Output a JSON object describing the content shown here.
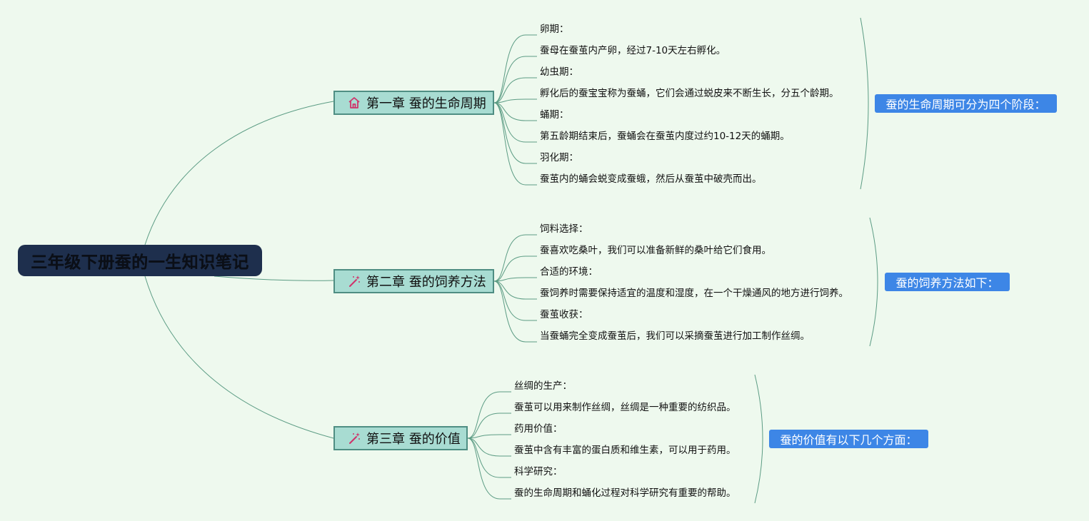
{
  "root": {
    "title": "三年级下册蚕的一生知识笔记"
  },
  "chapters": [
    {
      "title": "第一章 蚕的生命周期",
      "icon": "home-icon",
      "summary": "蚕的生命周期可分为四个阶段：",
      "items": [
        "卵期：",
        "蚕母在蚕茧内产卵，经过7-10天左右孵化。",
        "幼虫期：",
        "孵化后的蚕宝宝称为蚕蛹，它们会通过蜕皮来不断生长，分五个龄期。",
        "蛹期：",
        "第五龄期结束后，蚕蛹会在蚕茧内度过约10-12天的蛹期。",
        "羽化期：",
        "蚕茧内的蛹会蜕变成蚕蛾，然后从蚕茧中破壳而出。"
      ]
    },
    {
      "title": "第二章 蚕的饲养方法",
      "icon": "magic-wand-icon",
      "summary": "蚕的饲养方法如下：",
      "items": [
        "饲料选择：",
        "蚕喜欢吃桑叶，我们可以准备新鲜的桑叶给它们食用。",
        "合适的环境：",
        "蚕饲养时需要保持适宜的温度和湿度，在一个干燥通风的地方进行饲养。",
        "蚕茧收获：",
        "当蚕蛹完全变成蚕茧后，我们可以采摘蚕茧进行加工制作丝绸。"
      ]
    },
    {
      "title": "第三章 蚕的价值",
      "icon": "magic-wand-icon",
      "summary": "蚕的价值有以下几个方面：",
      "items": [
        "丝绸的生产：",
        "蚕茧可以用来制作丝绸，丝绸是一种重要的纺织品。",
        "药用价值：",
        "蚕茧中含有丰富的蛋白质和维生素，可以用于药用。",
        "科学研究：",
        "蚕的生命周期和蛹化过程对科学研究有重要的帮助。"
      ]
    }
  ],
  "colors": {
    "background": "#eef9ee",
    "root_fill": "#1e2f4d",
    "chapter_fill": "#a8dcd2",
    "chapter_border": "#4f8e83",
    "summary_fill": "#3d86e6",
    "line": "#5c9c84",
    "icon_accent": "#d0336a"
  }
}
